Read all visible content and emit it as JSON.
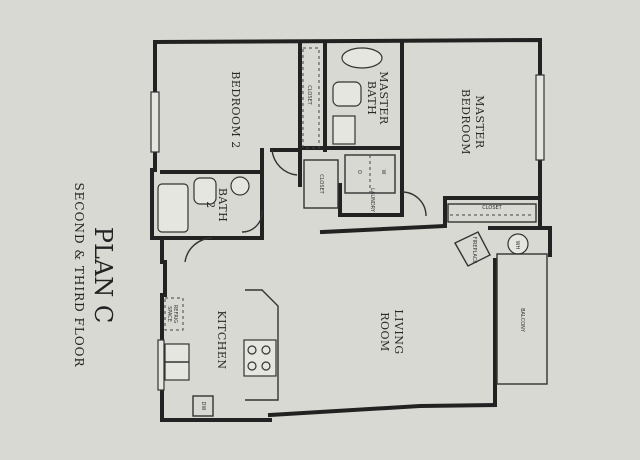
{
  "plan": {
    "title": "PLAN C",
    "subtitle": "SECOND & THIRD FLOOR"
  },
  "rooms": {
    "bedroom2": "BEDROOM 2",
    "master_bath_1": "MASTER",
    "master_bath_2": "BATH",
    "master_bedroom_1": "MASTER",
    "master_bedroom_2": "BEDROOM",
    "bath2_1": "BATH",
    "bath2_2": "2",
    "kitchen": "KITCHEN",
    "living_1": "LIVING",
    "living_2": "ROOM"
  },
  "small_labels": {
    "closet_a": "CLOSET",
    "closet_b": "CLOSET",
    "closet_c": "CLOSET",
    "laundry": "LAUNDRY",
    "washer": "W",
    "dryer": "D",
    "fireplace": "FIREPLACE",
    "water_heater": "WH",
    "balcony": "BALCONY",
    "pantry_1": "REFRIG",
    "pantry_2": "SPACE",
    "dishwasher": "DW"
  },
  "colors": {
    "paper": "#d9d9d3",
    "ink": "#222222"
  }
}
